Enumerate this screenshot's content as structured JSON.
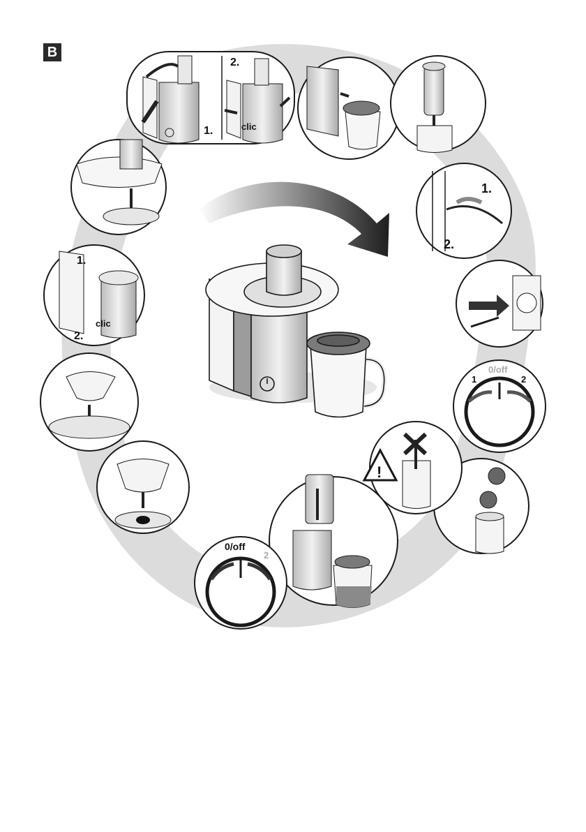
{
  "section_label": "B",
  "colors": {
    "line": "#1a1a1a",
    "steel": "#cfcfcf",
    "shadow": "#d6d6d6",
    "lid": "#7a7a7a",
    "juice": "#8a8a8a",
    "arrow": "#2a2a2a"
  },
  "step_labels": {
    "one": "1.",
    "two": "2.",
    "clic": "clic",
    "off": "0/off",
    "speed_one": "1",
    "speed_two": "2",
    "warning": "!"
  }
}
